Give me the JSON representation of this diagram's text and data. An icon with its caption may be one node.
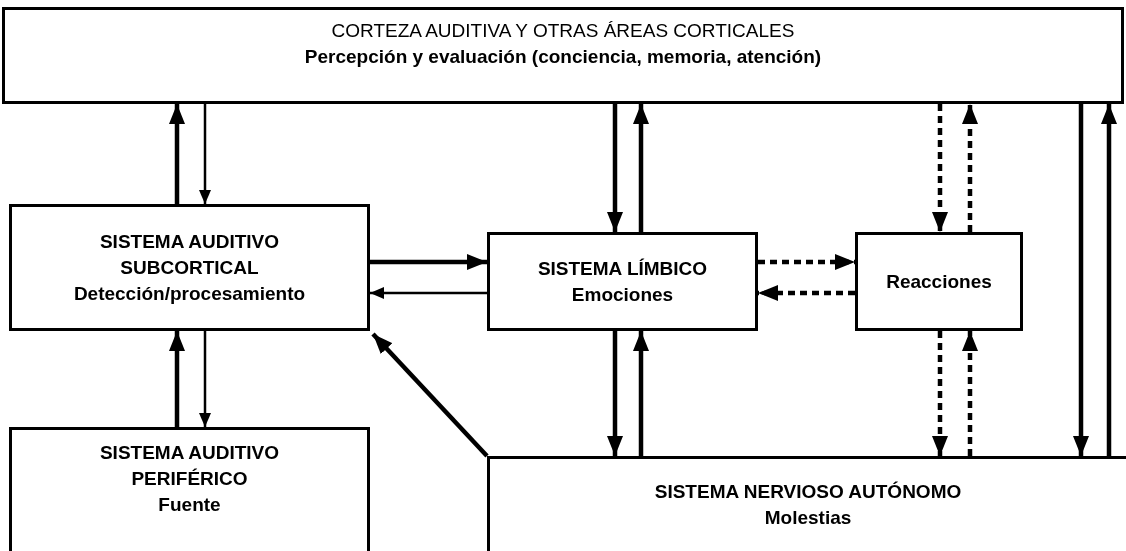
{
  "diagram": {
    "nodes": [
      {
        "text": [
          "CORTEZA AUDITIVA Y OTRAS ÁREAS CORTICALES",
          "Percepción y evaluación (conciencia, memoria, atención)"
        ]
      },
      {
        "text": [
          "SISTEMA AUDITIVO SUBCORTICAL",
          "Detección/procesamiento"
        ]
      },
      {
        "text": [
          "SISTEMA LÍMBICO",
          "Emociones"
        ]
      },
      {
        "text": [
          "Reacciones"
        ]
      },
      {
        "text": [
          "SISTEMA AUDITIVO PERIFÉRICO",
          "Fuente"
        ]
      },
      {
        "text": [
          "SISTEMA NERVIOSO AUTÓNOMO",
          "Molestias"
        ]
      }
    ],
    "edges": [
      {
        "from": 1,
        "to": 0,
        "arrow": "to"
      },
      {
        "from": 0,
        "to": 1,
        "arrow": "to"
      },
      {
        "from": 0,
        "to": 2,
        "arrow": "to"
      },
      {
        "from": 2,
        "to": 0,
        "arrow": "to"
      },
      {
        "from": 0,
        "to": 3,
        "arrow": "to",
        "style": "dashed"
      },
      {
        "from": 3,
        "to": 0,
        "arrow": "to",
        "style": "dashed"
      },
      {
        "from": 0,
        "to": 5,
        "arrow": "to"
      },
      {
        "from": 5,
        "to": 0,
        "arrow": "to"
      },
      {
        "from": 1,
        "to": 2,
        "arrow": "to"
      },
      {
        "from": 2,
        "to": 1,
        "arrow": "to"
      },
      {
        "from": 2,
        "to": 3,
        "arrow": "to",
        "style": "dashed"
      },
      {
        "from": 3,
        "to": 2,
        "arrow": "to",
        "style": "dashed"
      },
      {
        "from": 4,
        "to": 1,
        "arrow": "to"
      },
      {
        "from": 1,
        "to": 4,
        "arrow": "to"
      },
      {
        "from": 2,
        "to": 5,
        "arrow": "to"
      },
      {
        "from": 5,
        "to": 2,
        "arrow": "to"
      },
      {
        "from": 3,
        "to": 5,
        "arrow": "to",
        "style": "dashed"
      },
      {
        "from": 5,
        "to": 3,
        "arrow": "to",
        "style": "dashed"
      },
      {
        "from": 5,
        "to": 1,
        "arrow": "to"
      }
    ]
  }
}
